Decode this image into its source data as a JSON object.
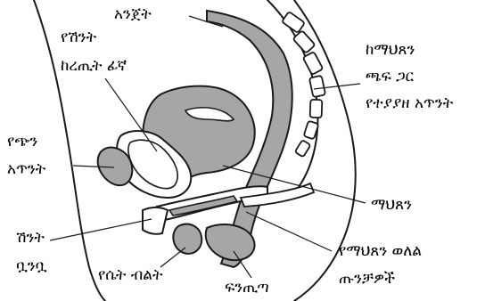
{
  "labels": {
    "intestine": "አንጀት",
    "bladder_neck": [
      "የሽንት",
      "ከረጢት ፊኛ"
    ],
    "uterus_bone": [
      "ከማህጸን",
      "ጫፍ ጋር",
      "የተያያዘ አጥንት"
    ],
    "pubic_bone": [
      "የጭን",
      "አጥንት"
    ],
    "cervix": "ማህጸን",
    "urethra": [
      "ሽንት",
      "ቧንቧ"
    ],
    "uterine_muscles": [
      "የማህጸን ወለል",
      "ጡንቻዎች"
    ],
    "clitoris": "የሴት ብልት",
    "anus": "ፍንጢጣ"
  },
  "colors": {
    "outline": "#1a1a1a",
    "fill_gray": "#a6a6a6",
    "fill_white": "#ffffff"
  }
}
